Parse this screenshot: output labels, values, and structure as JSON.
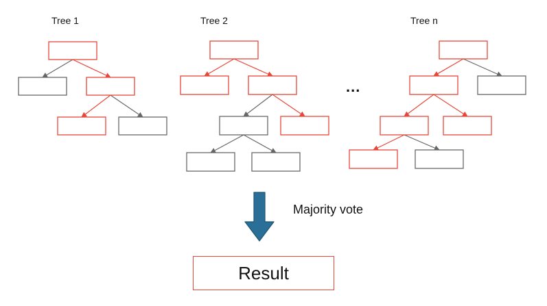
{
  "trees": [
    {
      "title": "Tree 1"
    },
    {
      "title": "Tree 2"
    },
    {
      "title": "Tree n"
    }
  ],
  "ellipsis": "...",
  "vote_label": "Majority vote",
  "result_label": "Result",
  "colors": {
    "highlight": "#e8463a",
    "normal": "#666666",
    "arrow_fill": "#2a6f97",
    "arrow_stroke": "#1e5370"
  }
}
